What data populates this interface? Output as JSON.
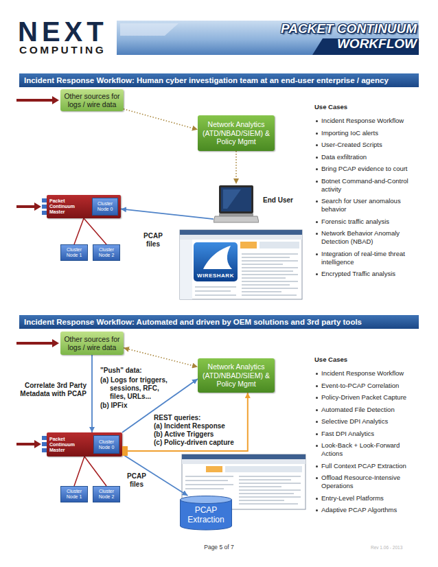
{
  "diagram": {
    "title": "PACKET CONTINUUM WORKFLOW",
    "nodes": [
      {
        "text": [
          "Incident Response Workflow: Human cyber investigation team at an end-user enterprise / agency"
        ]
      },
      {
        "text": [
          "Other sources for logs / wire data"
        ]
      },
      {
        "text": [
          "Network Analytics (ATD/NBAD/SIEM) & Policy Mgmt"
        ]
      },
      {
        "text": [
          "End User"
        ]
      },
      {
        "text": [
          "Packet Continuum Master"
        ]
      },
      {
        "text": [
          "Cluster Node 0"
        ],
        "in": 4
      },
      {
        "text": [
          "Cluster Node 1"
        ]
      },
      {
        "text": [
          "Cluster Node 2"
        ]
      },
      {
        "text": [
          "Incident Response Workflow: Automated and driven by OEM solutions and 3rd party tools"
        ]
      },
      {
        "text": [
          "Other sources for logs / wire data"
        ]
      },
      {
        "text": [
          "Network Analytics (ATD/NBAD/SIEM) & Policy Mgmt"
        ]
      },
      {
        "text": [
          "Packet Continuum Master"
        ]
      },
      {
        "text": [
          "Cluster Node 0"
        ],
        "in": 11
      },
      {
        "text": [
          "Cluster Node 1"
        ]
      },
      {
        "text": [
          "Cluster Node 2"
        ]
      },
      {
        "text": [
          "PCAP Extraction"
        ]
      }
    ],
    "edges": [
      {
        "from": 1,
        "to": 2,
        "arrow": "to"
      },
      {
        "from": 2,
        "to": 3,
        "arrow": "to"
      },
      {
        "from": 3,
        "to": 4,
        "arrow": "to",
        "label": "PCAP files"
      },
      {
        "from": 4,
        "to": 6,
        "arrow": "none"
      },
      {
        "from": 4,
        "to": 7,
        "arrow": "none"
      },
      {
        "from": 9,
        "to": 10,
        "arrow": "both"
      },
      {
        "from": 9,
        "to": 11,
        "arrow": "to",
        "label": "Correlate 3rd Party Metadata with PCAP"
      },
      {
        "from": 11,
        "to": 10,
        "arrow": "to"
      },
      {
        "from": 11,
        "to": 10,
        "arrow": "to"
      },
      {
        "from": 11,
        "to": 13,
        "arrow": "none"
      },
      {
        "from": 11,
        "to": 14,
        "arrow": "none"
      },
      {
        "from": 11,
        "to": 15,
        "arrow": "to",
        "label": "PCAP files"
      }
    ],
    "labels": [
      "NEXT",
      "COMPUTING",
      "Use Cases",
      "Incident Response Workflow",
      "Importing IoC alerts",
      "User-Created Scripts",
      "Data exfiltration",
      "Bring PCAP evidence to court",
      "Botnet Command-and-Control activity",
      "Search for User anomalous behavior",
      "Forensic traffic analysis",
      "Network Behavior Anomaly Detection (NBAD)",
      "Integration of real-time threat intelligence",
      "Encrypted Traffic analysis",
      "WIRESHARK",
      "Use Cases",
      "Incident Response Workflow",
      "Event-to-PCAP Correlation",
      "Policy-Driven Packet Capture",
      "Automated File Detection",
      "Selective DPI Analytics",
      "Fast DPI Analytics",
      "Look-Back + Look-Forward Actions",
      "Full Context PCAP Extraction",
      "Offload Resource-Intensive Operations",
      "Entry-Level Platforms",
      "Adaptive PCAP Algorthms",
      "\"Push\" data:",
      "(a) Logs for triggers, sessions, RFC, files, URLs...",
      "(b) IPFix",
      "REST queries:",
      "(a) Incident Response",
      "(b) Active Triggers",
      "(c) Policy-driven capture",
      "Page 5 of 7",
      "Rev 1.06 - 2013"
    ]
  }
}
